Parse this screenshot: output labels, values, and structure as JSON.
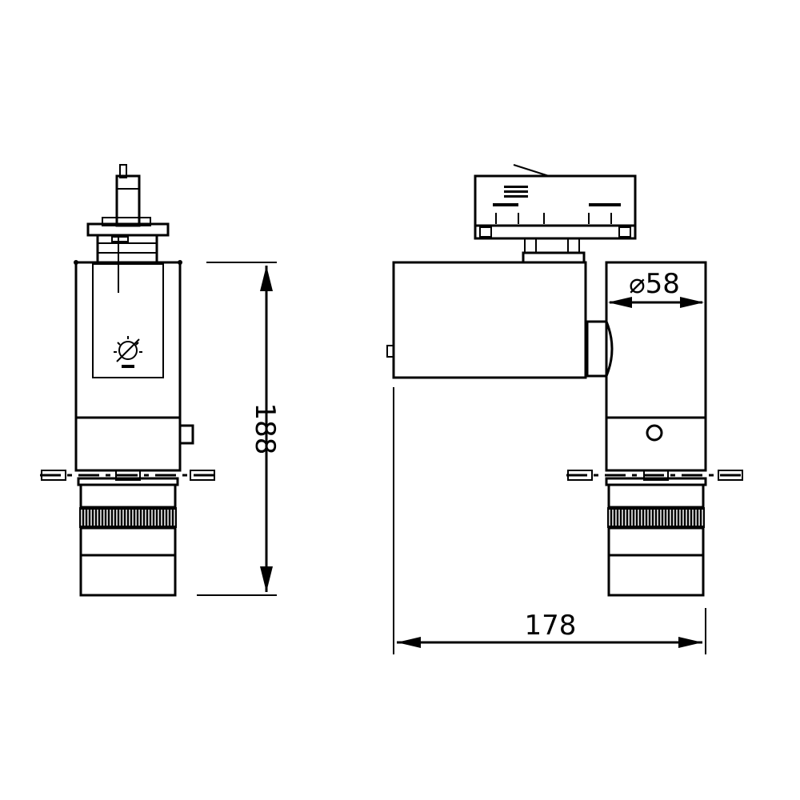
{
  "dimensions": {
    "height": "188",
    "length": "178",
    "diameter": "⌀58"
  },
  "colors": {
    "line": "#000000",
    "background": "#ffffff"
  }
}
